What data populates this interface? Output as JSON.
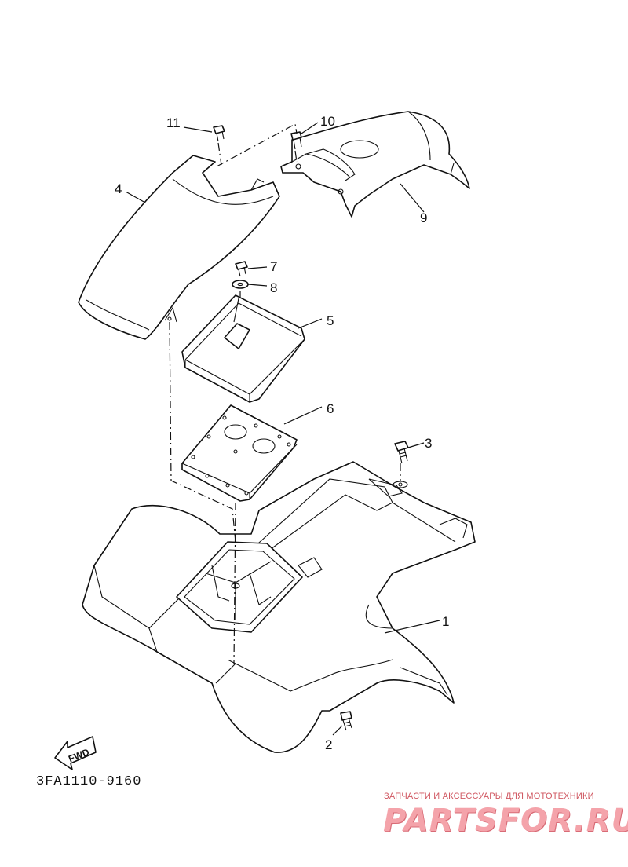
{
  "diagram": {
    "part_numbers": [
      "1",
      "2",
      "3",
      "4",
      "5",
      "6",
      "7",
      "8",
      "9",
      "10",
      "11"
    ],
    "fwd_label": "FWD",
    "drawing_code": "3FA1110-9160"
  },
  "watermark": {
    "caption": "ЗАПЧАСТИ И АКСЕССУАРЫ ДЛЯ МОТОТЕХНИКИ",
    "logo": "PARTSFOR.RU",
    "colors": {
      "caption": "#d05862",
      "logo": "#f4a3aa"
    }
  }
}
